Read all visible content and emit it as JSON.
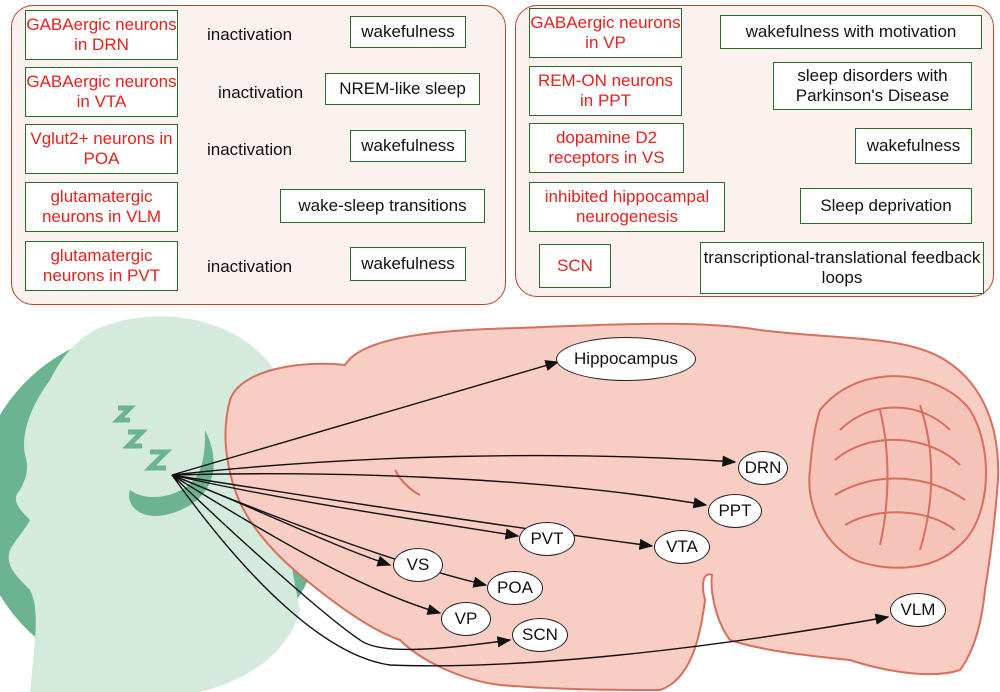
{
  "left_panel": {
    "rows": [
      {
        "cause": "GABAergic neurons in DRN",
        "connector": "inactivation",
        "effect": "wakefulness"
      },
      {
        "cause": "GABAergic neurons in VTA",
        "connector": "inactivation",
        "effect": "NREM-like sleep"
      },
      {
        "cause": "Vglut2+ neurons in POA",
        "connector": "inactivation",
        "effect": "wakefulness"
      },
      {
        "cause": "glutamatergic neurons in VLM",
        "connector": "",
        "effect": "wake-sleep transitions"
      },
      {
        "cause": "glutamatergic neurons in PVT",
        "connector": "inactivation",
        "effect": "wakefulness"
      }
    ]
  },
  "right_panel": {
    "rows": [
      {
        "cause": "GABAergic neurons in VP",
        "effect": "wakefulness  with motivation"
      },
      {
        "cause": "REM-ON neurons in PPT",
        "effect": "sleep disorders  with Parkinson's Disease"
      },
      {
        "cause": "dopamine D2 receptors  in VS",
        "effect": "wakefulness"
      },
      {
        "cause": "inhibited hippocampal neurogenesis",
        "effect": "Sleep deprivation"
      },
      {
        "cause": "SCN",
        "effect": "transcriptional-translational feedback loops"
      }
    ]
  },
  "brain_regions": [
    "Hippocampus",
    "DRN",
    "PPT",
    "PVT",
    "VTA",
    "VS",
    "POA",
    "VP",
    "SCN",
    "VLM"
  ],
  "sleep_symbol": "zzz",
  "colors": {
    "panel_border": "#b5462e",
    "panel_fill": "#fbf1ee",
    "box_border": "#2e6a2e",
    "cause_text": "#e8201c",
    "brain_fill": "#f7cdc4",
    "brain_outline": "#d6705e",
    "head_circle": "#6bb391",
    "head_fill": "#d3eadc"
  }
}
